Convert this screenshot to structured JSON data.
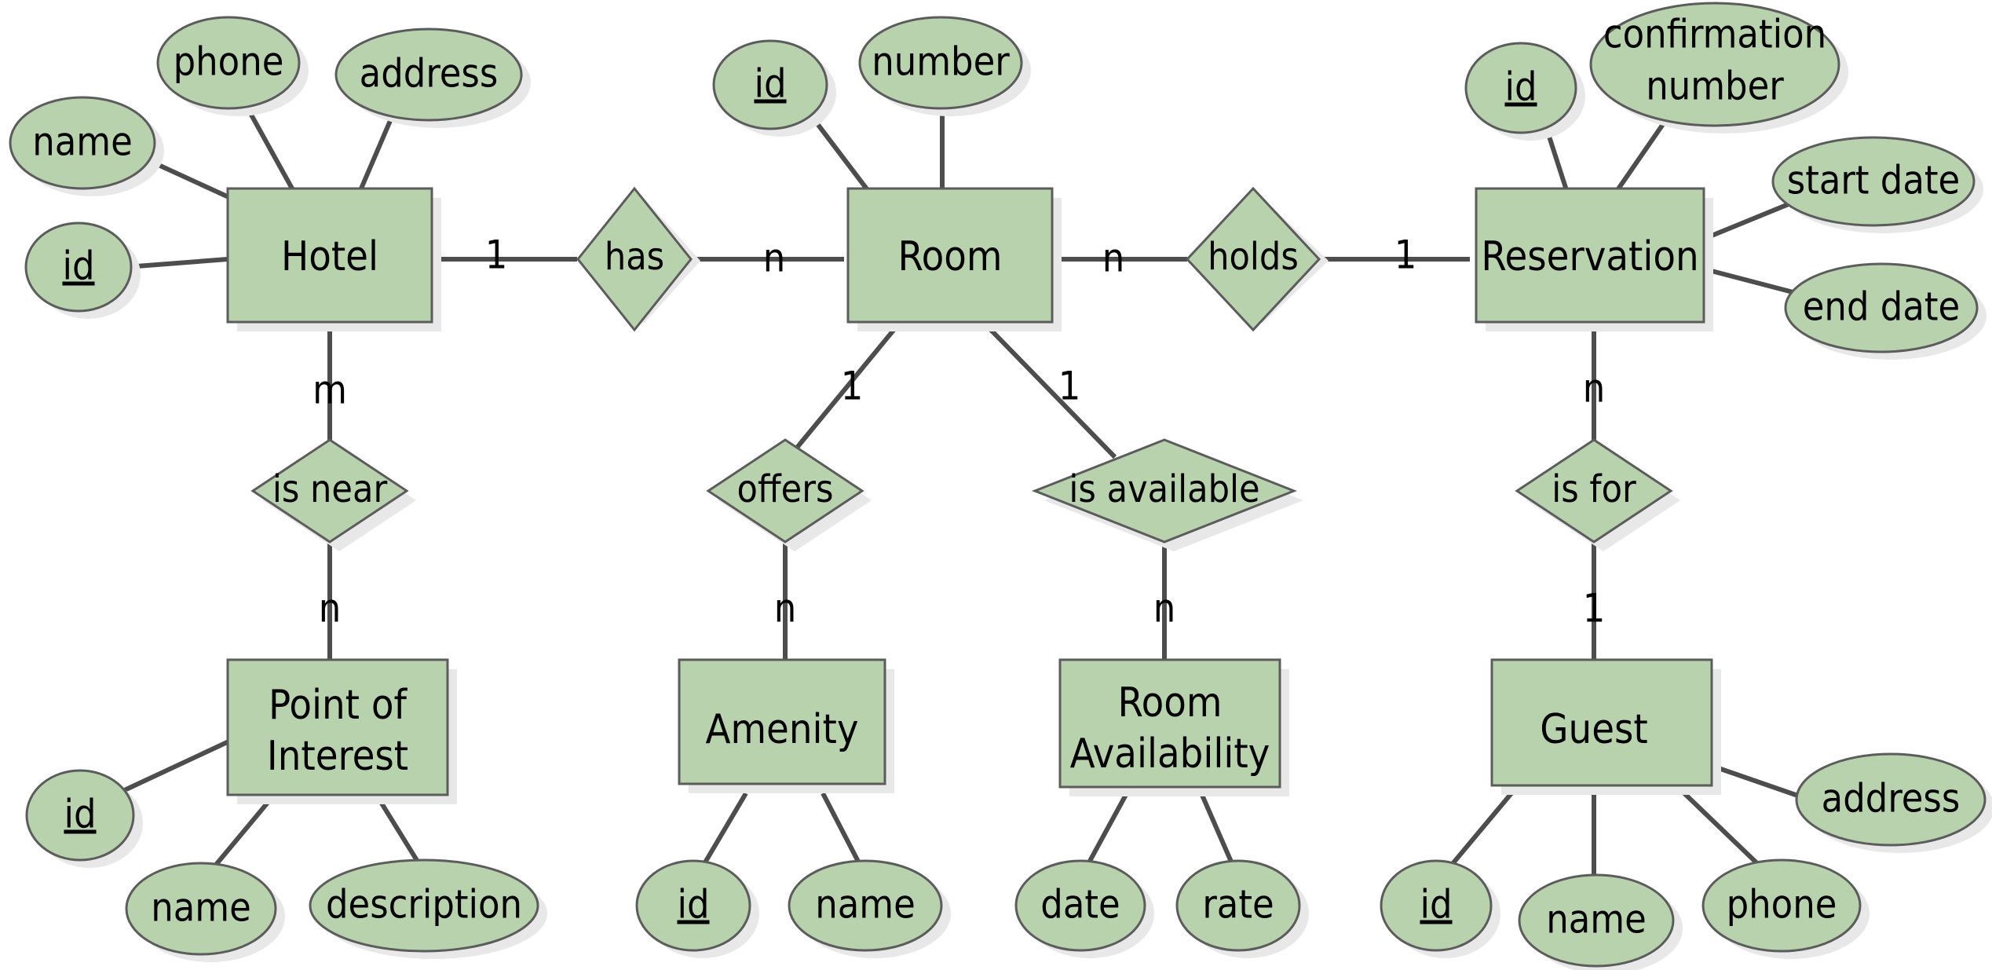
{
  "diagram": {
    "title": "Hotel Reservation ER Diagram",
    "type": "entity-relationship",
    "notation": "Chen",
    "colors": {
      "shape_fill": "#b9d2ae",
      "shape_stroke": "#5c5c5c",
      "edge": "#4d4d4d",
      "shadow": "#e8e8e8",
      "background": "#ffffff",
      "text": "#000000"
    },
    "entities": [
      {
        "id": "hotel",
        "label": "Hotel",
        "line1": "Hotel",
        "line2": ""
      },
      {
        "id": "room",
        "label": "Room",
        "line1": "Room",
        "line2": ""
      },
      {
        "id": "reservation",
        "label": "Reservation",
        "line1": "Reservation",
        "line2": ""
      },
      {
        "id": "poi",
        "label": "Point of Interest",
        "line1": "Point of",
        "line2": "Interest"
      },
      {
        "id": "amenity",
        "label": "Amenity",
        "line1": "Amenity",
        "line2": ""
      },
      {
        "id": "roomavail",
        "label": "Room Availability",
        "line1": "Room",
        "line2": "Availability"
      },
      {
        "id": "guest",
        "label": "Guest",
        "line1": "Guest",
        "line2": ""
      }
    ],
    "relationships": [
      {
        "id": "has",
        "label": "has",
        "from": "Hotel",
        "to": "Room",
        "from_card": "1",
        "to_card": "n"
      },
      {
        "id": "holds",
        "label": "holds",
        "from": "Room",
        "to": "Reservation",
        "from_card": "n",
        "to_card": "1"
      },
      {
        "id": "is-near",
        "label": "is near",
        "from": "Hotel",
        "to": "Point of Interest",
        "from_card": "m",
        "to_card": "n"
      },
      {
        "id": "offers",
        "label": "offers",
        "from": "Room",
        "to": "Amenity",
        "from_card": "1",
        "to_card": "n"
      },
      {
        "id": "is-available",
        "label": "is available",
        "from": "Room",
        "to": "Room Availability",
        "from_card": "1",
        "to_card": "n"
      },
      {
        "id": "is-for",
        "label": "is for",
        "from": "Reservation",
        "to": "Guest",
        "from_card": "n",
        "to_card": "1"
      }
    ],
    "attributes": {
      "hotel": [
        {
          "label": "name",
          "key": false
        },
        {
          "label": "phone",
          "key": false
        },
        {
          "label": "address",
          "key": false
        },
        {
          "label": "id",
          "key": true
        }
      ],
      "room": [
        {
          "label": "id",
          "key": true
        },
        {
          "label": "number",
          "key": false
        }
      ],
      "reservation": [
        {
          "label": "id",
          "key": true
        },
        {
          "label": "confirmation number",
          "key": false,
          "line1": "confirmation",
          "line2": "number"
        },
        {
          "label": "start date",
          "key": false
        },
        {
          "label": "end date",
          "key": false
        }
      ],
      "poi": [
        {
          "label": "id",
          "key": true
        },
        {
          "label": "name",
          "key": false
        },
        {
          "label": "description",
          "key": false
        }
      ],
      "amenity": [
        {
          "label": "id",
          "key": true
        },
        {
          "label": "name",
          "key": false
        }
      ],
      "roomavail": [
        {
          "label": "date",
          "key": false
        },
        {
          "label": "rate",
          "key": false
        }
      ],
      "guest": [
        {
          "label": "id",
          "key": true
        },
        {
          "label": "name",
          "key": false
        },
        {
          "label": "phone",
          "key": false
        },
        {
          "label": "address",
          "key": false
        }
      ]
    },
    "cardinality_labels": {
      "hotel_has": "1",
      "has_room": "n",
      "room_holds": "n",
      "holds_reservation": "1",
      "hotel_isnear": "m",
      "isnear_poi": "n",
      "room_offers": "1",
      "offers_amenity": "n",
      "room_isavailable": "1",
      "isavailable_roomavail": "n",
      "reservation_isfor": "n",
      "isfor_guest": "1"
    },
    "node_text": {
      "hotel": "Hotel",
      "room": "Room",
      "reservation": "Reservation",
      "poi_line1": "Point of",
      "poi_line2": "Interest",
      "amenity": "Amenity",
      "roomavail_line1": "Room",
      "roomavail_line2": "Availability",
      "guest": "Guest",
      "rel_has": "has",
      "rel_holds": "holds",
      "rel_isnear": "is near",
      "rel_offers": "offers",
      "rel_isavailable": "is available",
      "rel_isfor": "is for",
      "attr_hotel_name": "name",
      "attr_hotel_phone": "phone",
      "attr_hotel_address": "address",
      "attr_hotel_id": "id",
      "attr_room_id": "id",
      "attr_room_number": "number",
      "attr_res_id": "id",
      "attr_res_conf_l1": "confirmation",
      "attr_res_conf_l2": "number",
      "attr_res_start": "start date",
      "attr_res_end": "end date",
      "attr_poi_id": "id",
      "attr_poi_name": "name",
      "attr_poi_desc": "description",
      "attr_amen_id": "id",
      "attr_amen_name": "name",
      "attr_ravail_date": "date",
      "attr_ravail_rate": "rate",
      "attr_guest_id": "id",
      "attr_guest_name": "name",
      "attr_guest_phone": "phone",
      "attr_guest_address": "address"
    }
  }
}
